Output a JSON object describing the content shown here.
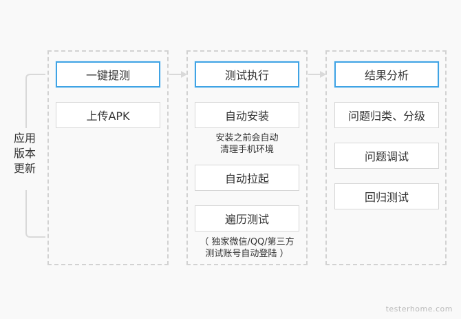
{
  "side_label": "应用\n版本\n更新",
  "columns": [
    {
      "head": "一键提测",
      "items": [
        {
          "label": "上传APK"
        }
      ]
    },
    {
      "head": "测试执行",
      "items": [
        {
          "label": "自动安装",
          "note": "安装之前会自动\n清理手机环境"
        },
        {
          "label": "自动拉起"
        },
        {
          "label": "遍历测试",
          "note": "（ 独家微信/QQ/第三方\n测试账号自动登陆 ）"
        }
      ]
    },
    {
      "head": "结果分析",
      "items": [
        {
          "label": "问题归类、分级"
        },
        {
          "label": "问题调试"
        },
        {
          "label": "回归测试"
        }
      ]
    }
  ],
  "watermark": "testerhome.com",
  "colors": {
    "head_border": "#3fa3e4",
    "dashed_border": "#d2d2d2",
    "connector": "#d9d9d9",
    "text": "#333333"
  }
}
